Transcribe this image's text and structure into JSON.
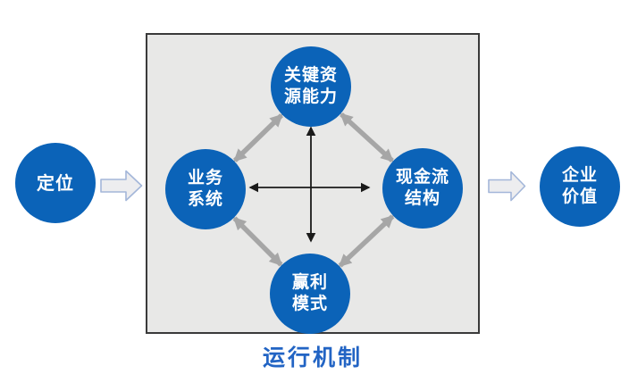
{
  "nodes": {
    "positioning": {
      "label": "定位"
    },
    "key_resources": {
      "line1": "关键资",
      "line2": "源能力"
    },
    "business_system": {
      "line1": "业务",
      "line2": "系统"
    },
    "cash_flow": {
      "line1": "现金流",
      "line2": "结构"
    },
    "profit_model": {
      "line1": "赢利",
      "line2": "模式"
    },
    "enterprise_value": {
      "line1": "企业",
      "line2": "价值"
    }
  },
  "caption": "运行机制",
  "icons": {
    "flow_arrow_left": "right-block-arrow",
    "flow_arrow_right": "right-block-arrow",
    "diagonal_connectors": "double-headed-arrow",
    "cross_connectors": "double-headed-arrow"
  },
  "colors": {
    "node_blue": "#0B63B8",
    "node_text": "#FFFFFF",
    "box_bg": "#E8E8E7",
    "box_border": "#3A3A3A",
    "diagonal_arrow_gray": "#A6A6A6",
    "cross_arrow_black": "#1A1A1A",
    "caption_blue": "#2264C4",
    "flow_arrow_fill": "#EDEDEF",
    "flow_arrow_stroke": "#A3B6D9"
  }
}
